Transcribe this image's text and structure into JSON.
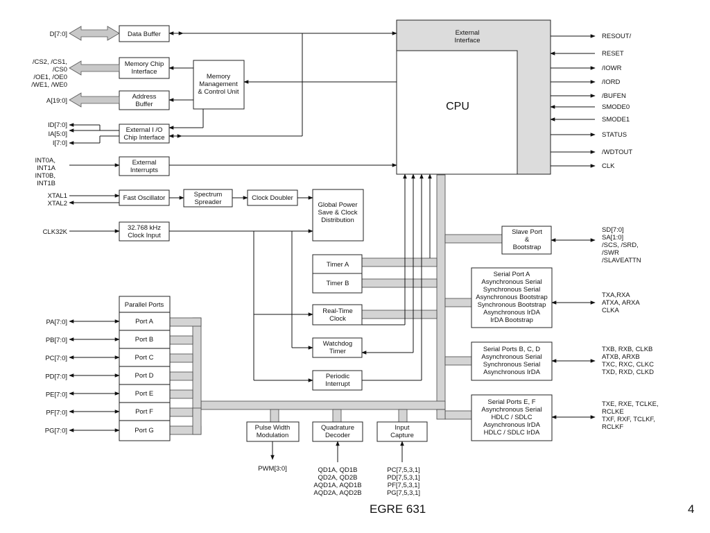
{
  "footer": {
    "course": "EGRE 631",
    "page_number": "4"
  },
  "blocks": {
    "data_buffer": [
      "Data Buffer"
    ],
    "memory_chip_interface": [
      "Memory Chip",
      "Interface"
    ],
    "address_buffer": [
      "Address",
      "Buffer"
    ],
    "mmcu": [
      "Memory",
      "Management",
      "& Control Unit"
    ],
    "external_io": [
      "External I /O",
      "Chip Interface"
    ],
    "external_interrupts": [
      "External",
      "Interrupts"
    ],
    "fast_oscillator": [
      "Fast Oscillator"
    ],
    "spectrum_spreader": [
      "Spectrum",
      "Spreader"
    ],
    "clock_doubler": [
      "Clock Doubler"
    ],
    "global_power": [
      "Global Power",
      "Save  & Clock",
      "Distribution"
    ],
    "clock_input": [
      "32.768  kHz",
      "Clock Input"
    ],
    "external_interface": [
      "External",
      "Interface"
    ],
    "cpu": [
      "CPU"
    ],
    "slave_port": [
      "Slave Port",
      "&",
      "Bootstrap"
    ],
    "timer_a": [
      "Timer A"
    ],
    "timer_b": [
      "Timer B"
    ],
    "rtc": [
      "Real-Time",
      "Clock"
    ],
    "watchdog": [
      "Watchdog",
      "Timer"
    ],
    "periodic_interrupt": [
      "Periodic",
      "Interrupt"
    ],
    "serial_a": [
      "Serial Port A",
      "Asynchronous Serial",
      "Synchronous Serial",
      "Asynchronous Bootstrap",
      "Synchronous Bootstrap",
      "Asynchronous IrDA",
      "IrDA Bootstrap"
    ],
    "serial_bcd": [
      "Serial Ports B, C, D",
      "Asynchronous Serial",
      "Synchronous Serial",
      "Asynchronous IrDA"
    ],
    "serial_ef": [
      "Serial Ports E, F",
      "Asynchronous Serial",
      "HDLC / SDLC",
      "Asynchronous IrDA",
      "HDLC / SDLC IrDA"
    ],
    "parallel_ports": [
      "Parallel Ports"
    ],
    "port_a": [
      "Port A"
    ],
    "port_b": [
      "Port B"
    ],
    "port_c": [
      "Port C"
    ],
    "port_d": [
      "Port D"
    ],
    "port_e": [
      "Port E"
    ],
    "port_f": [
      "Port F"
    ],
    "port_g": [
      "Port G"
    ],
    "pwm": [
      "Pulse Width",
      "Modulation"
    ],
    "quadrature": [
      "Quadrature",
      "Decoder"
    ],
    "input_capture": [
      "Input",
      "Capture"
    ]
  },
  "signals": {
    "d_bus": [
      "D[7:0]"
    ],
    "mem_ctrl": [
      "/CS2, /CS1,",
      "/CS0",
      "/OE1, /OE0",
      "/WE1, /WE0"
    ],
    "a_bus": [
      "A[19:0]"
    ],
    "io_sigs": [
      "ID[7:0]",
      "IA[5:0]",
      "I[7:0]"
    ],
    "int_sigs": [
      "INT0A,",
      "INT1A",
      "INT0B,",
      "INT1B"
    ],
    "xtal1": [
      "XTAL1"
    ],
    "xtal2": [
      "XTAL2"
    ],
    "clk32k": [
      "CLK32K"
    ],
    "cpu_right": [
      "RESOUT/",
      "RESET",
      "/IOWR",
      "/IORD",
      "/BUFEN",
      "SMODE0",
      "SMODE1",
      "STATUS",
      "/WDTOUT",
      "CLK"
    ],
    "slave_sigs": [
      "SD[7:0]",
      "SA[1:0]",
      "/SCS, /SRD,",
      "/SWR",
      "/SLAVEATTN"
    ],
    "serial_a_sigs": [
      "TXA,RXA",
      "ATXA, ARXA",
      "CLKA"
    ],
    "serial_bcd_sigs": [
      "TXB, RXB, CLKB",
      "ATXB, ARXB",
      "TXC, RXC, CLKC",
      "TXD, RXD, CLKD"
    ],
    "serial_ef_sigs": [
      "TXE, RXE, TCLKE,",
      "RCLKE",
      "TXF, RXF, TCLKF,",
      "RCLKF"
    ],
    "port_sigs": [
      "PA[7:0]",
      "PB[7:0]",
      "PC[7:0]",
      "PD[7:0]",
      "PE[7:0]",
      "PF[7:0]",
      "PG[7:0]"
    ],
    "pwm_sigs": [
      "PWM[3:0]"
    ],
    "qd_sigs": [
      "QD1A, QD1B",
      "QD2A, QD2B",
      "AQD1A, AQD1B",
      "AQD2A, AQD2B"
    ],
    "ic_sigs": [
      "PC[7,5,3,1]",
      "PD[7,5,3,1]",
      "PF[7,5,3,1]",
      "PG[7,5,3,1]"
    ]
  }
}
